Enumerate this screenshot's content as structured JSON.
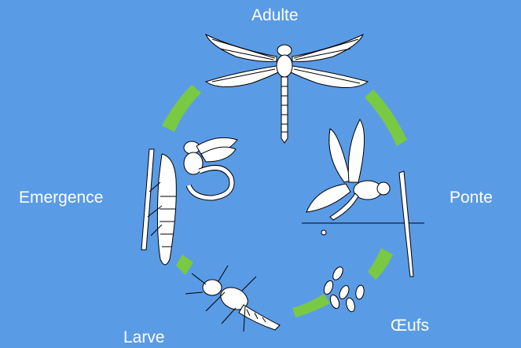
{
  "stages": {
    "adulte": "Adulte",
    "ponte": "Ponte",
    "oeufs": "Œufs",
    "larve": "Larve",
    "emergence": "Emergence"
  },
  "colors": {
    "background": "#5a9be6",
    "arrow": "#7ac943",
    "line_art": "#000000",
    "fill": "#ffffff"
  },
  "icons": [
    "dragonfly-adult-icon",
    "dragonfly-laying-eggs-icon",
    "eggs-icon",
    "larva-icon",
    "emergence-icon"
  ]
}
